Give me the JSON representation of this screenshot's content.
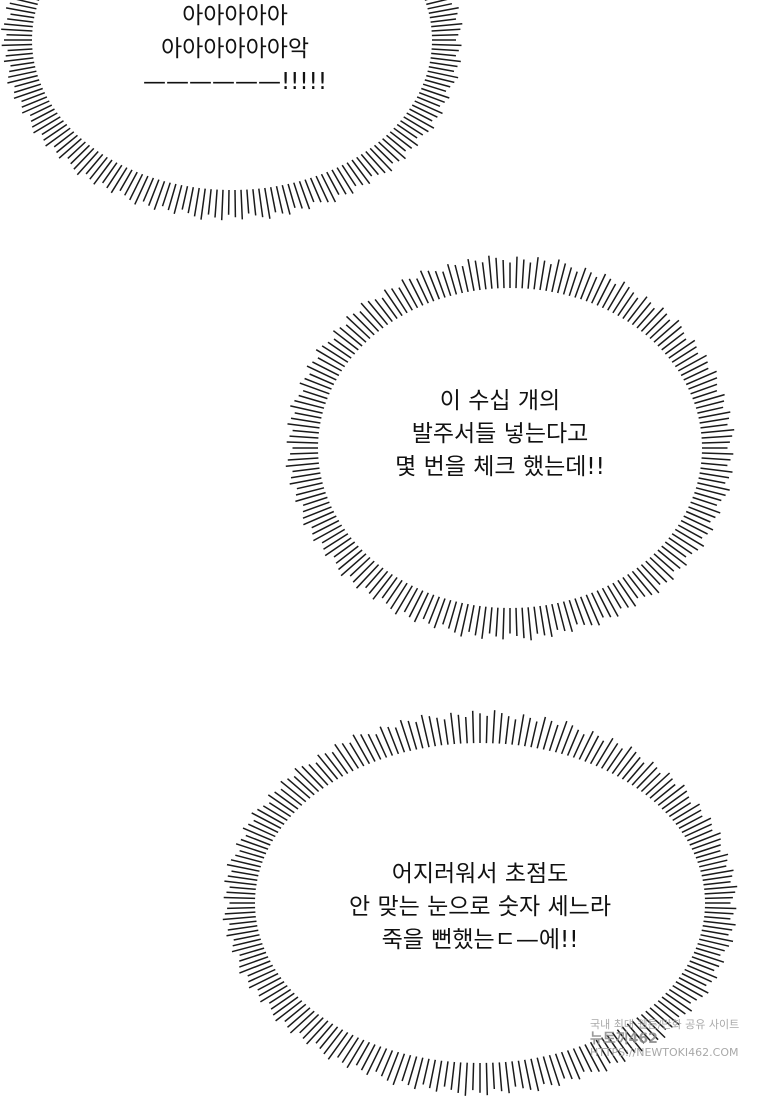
{
  "bubbles": [
    {
      "lines": [
        "아아아아아",
        "아아아아아아악",
        "——————!!!!!"
      ]
    },
    {
      "lines": [
        "이 수십 개의",
        "발주서들 넣는다고",
        "몇 번을 체크 했는데!!"
      ]
    },
    {
      "lines": [
        "어지러워서 초점도",
        "안 맞는 눈으로 숫자 세느라",
        "죽을 뻔했는ㄷ—에!!"
      ]
    }
  ],
  "watermark": {
    "line1": "국내 최대 웹툰/만화 공유 사이트",
    "line2": "뉴토끼462",
    "line3": "HTTPS://NEWTOKI462.COM"
  }
}
